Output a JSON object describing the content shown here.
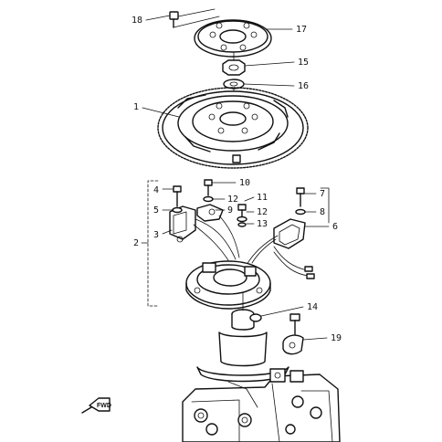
{
  "diagram": {
    "callouts": [
      {
        "id": "c18",
        "text": "18"
      },
      {
        "id": "c17",
        "text": "17"
      },
      {
        "id": "c15",
        "text": "15"
      },
      {
        "id": "c16",
        "text": "16"
      },
      {
        "id": "c1",
        "text": "1"
      },
      {
        "id": "c10",
        "text": "10"
      },
      {
        "id": "c4",
        "text": "4"
      },
      {
        "id": "c12a",
        "text": "12"
      },
      {
        "id": "c11",
        "text": "11"
      },
      {
        "id": "c7",
        "text": "7"
      },
      {
        "id": "c5",
        "text": "5"
      },
      {
        "id": "c9",
        "text": "9"
      },
      {
        "id": "c12b",
        "text": "12"
      },
      {
        "id": "c8",
        "text": "8"
      },
      {
        "id": "c13",
        "text": "13"
      },
      {
        "id": "c6",
        "text": "6"
      },
      {
        "id": "c3",
        "text": "3"
      },
      {
        "id": "c2",
        "text": "2"
      },
      {
        "id": "c14",
        "text": "14"
      },
      {
        "id": "c19",
        "text": "19"
      }
    ],
    "fwd_badge": "FWD"
  }
}
